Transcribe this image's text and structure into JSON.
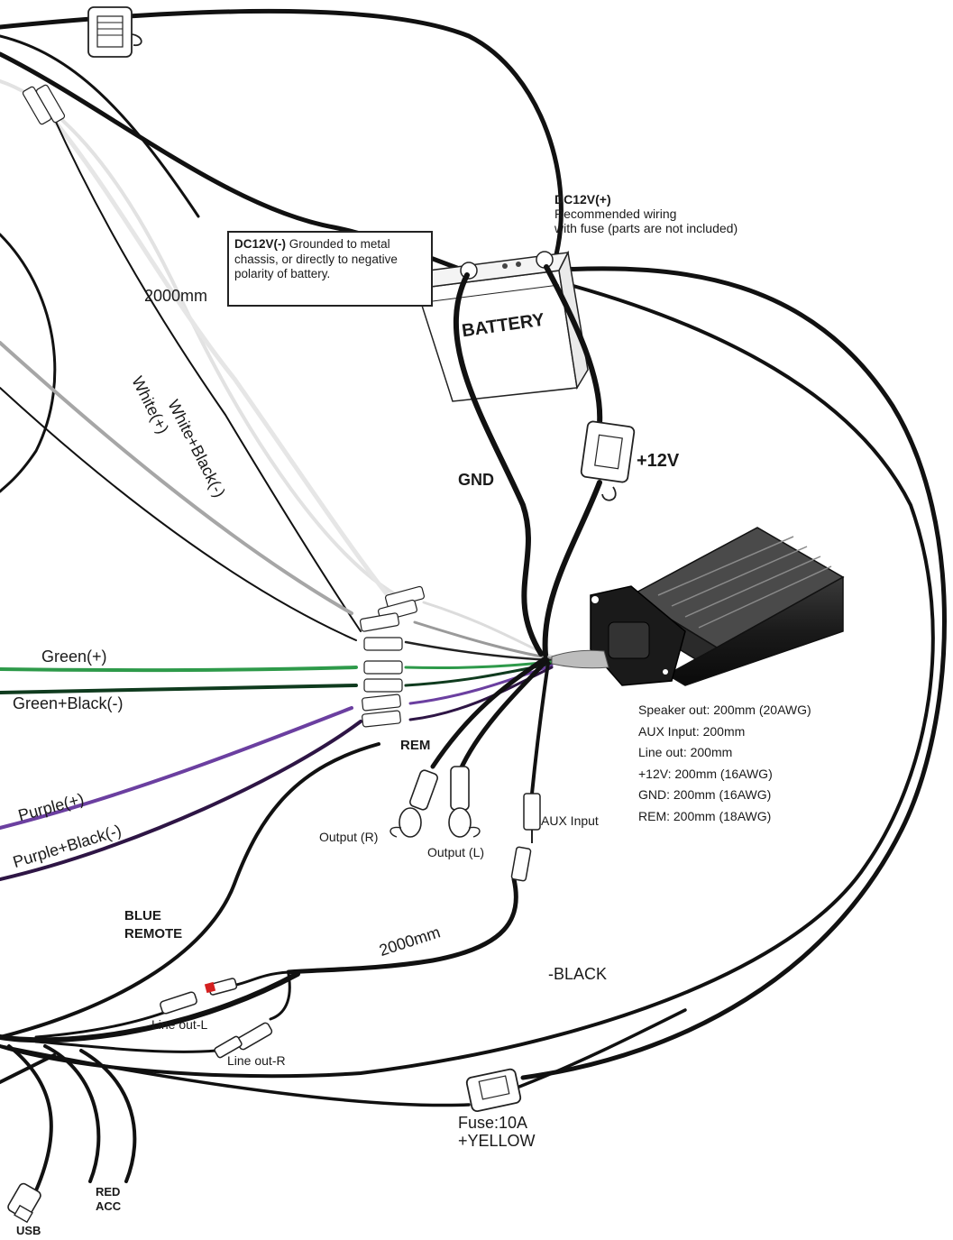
{
  "dc_negative": {
    "title": "DC12V(-)",
    "text_line1": "Grounded to metal",
    "text_line2": "chassis, or directly to negative",
    "text_line3": "polarity of battery."
  },
  "dc_positive": {
    "title": "DC12V(+)",
    "line1": "Recommended wiring",
    "line2": "with fuse (parts are not included)"
  },
  "battery_label": "BATTERY",
  "gnd_label": "GND",
  "plus12v_label": "+12V",
  "length_top": "2000mm",
  "length_bottom": "2000mm",
  "wires": {
    "white_black": "White+Black(-)",
    "white": "White(+)",
    "green": "Green(+)",
    "green_black": "Green+Black(-)",
    "purple": "Purple(+)",
    "purple_black": "Purple+Black(-)"
  },
  "rem_label": "REM",
  "output_r": "Output (R)",
  "output_l": "Output (L)",
  "aux_input": "AUX Input",
  "specs": [
    "Speaker out: 200mm (20AWG)",
    "AUX Input: 200mm",
    "Line out: 200mm",
    "+12V: 200mm (16AWG)",
    "GND: 200mm (16AWG)",
    "REM: 200mm (18AWG)"
  ],
  "blue_remote_line1": "BLUE",
  "blue_remote_line2": "REMOTE",
  "line_out_l": "Line out-L",
  "line_out_r": "Line out-R",
  "black_label": "-BLACK",
  "fuse_label": "Fuse:10A",
  "yellow_label": "+YELLOW",
  "red_acc_line1": "RED",
  "red_acc_line2": "ACC",
  "usb_label": "USB",
  "colors": {
    "black_wire": "#111111",
    "white_wire": "#e6e6e6",
    "gray_wire": "#a6a6a6",
    "green_wire": "#2e9a4a",
    "dark_green_wire": "#0f3b1e",
    "purple_wire": "#6b3fa0",
    "dark_purple_wire": "#2e1545",
    "red_plug": "#d42020"
  }
}
